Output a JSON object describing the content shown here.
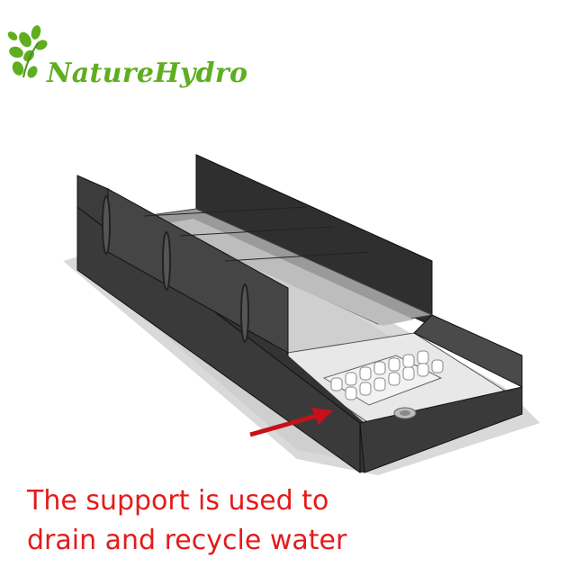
{
  "brand": {
    "name": "NatureHydro",
    "color": "#5fae1f",
    "logo_icon": "leaf-cluster-icon"
  },
  "caption": {
    "line1": "The support is used to",
    "line2": "drain and recycle water",
    "color": "#e31b1b"
  },
  "illustration": {
    "subject": "channel-tray-illustration",
    "arrow_color": "#c8101a"
  }
}
